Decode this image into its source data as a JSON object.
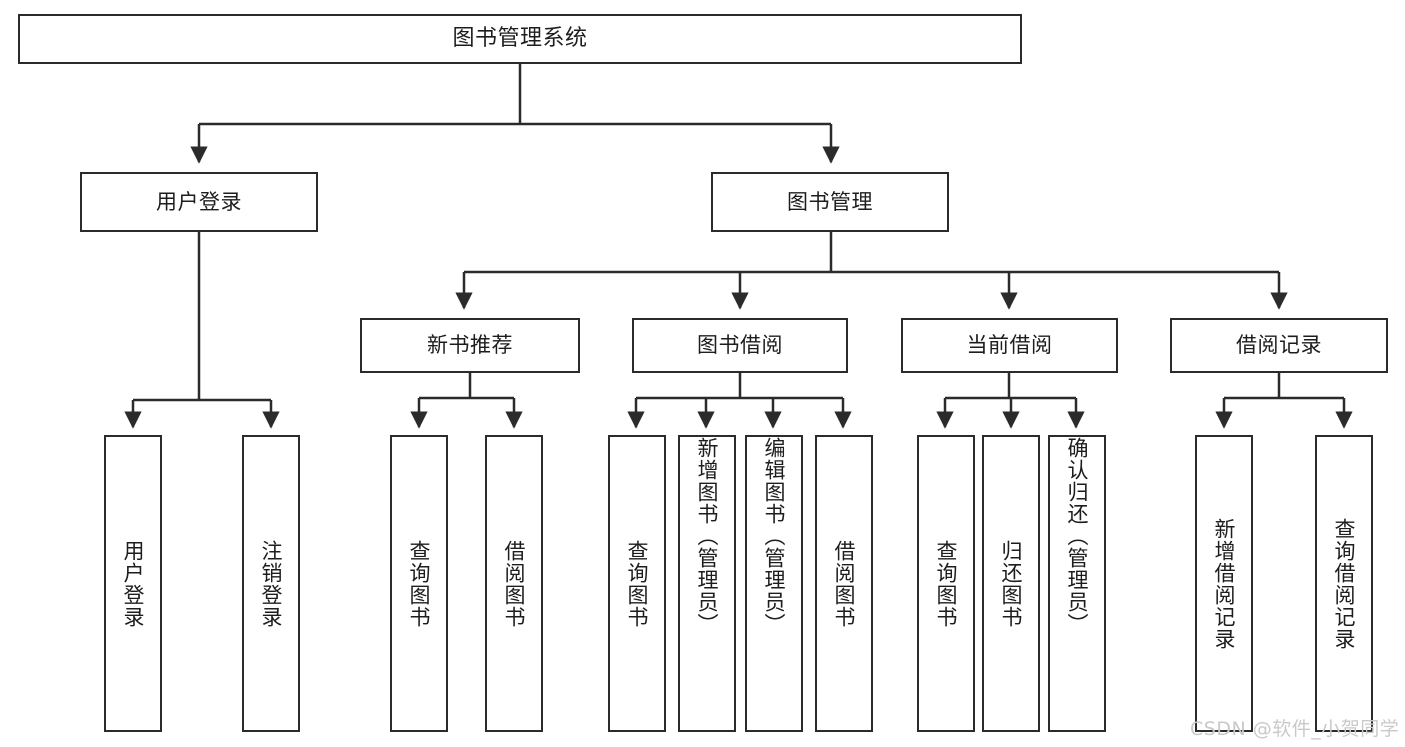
{
  "diagram": {
    "title": "图书管理系统",
    "type": "tree-hierarchy-flowchart",
    "colors": {
      "box_border": "#2b2b2b",
      "box_fill": "#ffffff",
      "connector": "#2b2b2b",
      "text": "#1d1d1d",
      "watermark": "#c9c9c9",
      "page_background": "#ffffff"
    },
    "root": {
      "label": "图书管理系统"
    },
    "level2": [
      {
        "label": "用户登录"
      },
      {
        "label": "图书管理"
      }
    ],
    "level3": [
      {
        "label": "新书推荐"
      },
      {
        "label": "图书借阅"
      },
      {
        "label": "当前借阅"
      },
      {
        "label": "借阅记录"
      }
    ],
    "leaves": {
      "user_login": [
        {
          "label": "用户登录"
        },
        {
          "label": "注销登录"
        }
      ],
      "new_book_recommend": [
        {
          "label": "查询图书"
        },
        {
          "label": "借阅图书"
        }
      ],
      "book_borrow": [
        {
          "label": "查询图书"
        },
        {
          "label": "新增图书（管理员）"
        },
        {
          "label": "编辑图书（管理员）"
        },
        {
          "label": "借阅图书"
        }
      ],
      "current_borrow": [
        {
          "label": "查询图书"
        },
        {
          "label": "归还图书"
        },
        {
          "label": "确认归还（管理员）"
        }
      ],
      "borrow_records": [
        {
          "label": "新增借阅记录"
        },
        {
          "label": "查询借阅记录"
        }
      ]
    }
  },
  "watermark": {
    "text": "CSDN @软件_小贺同学"
  }
}
